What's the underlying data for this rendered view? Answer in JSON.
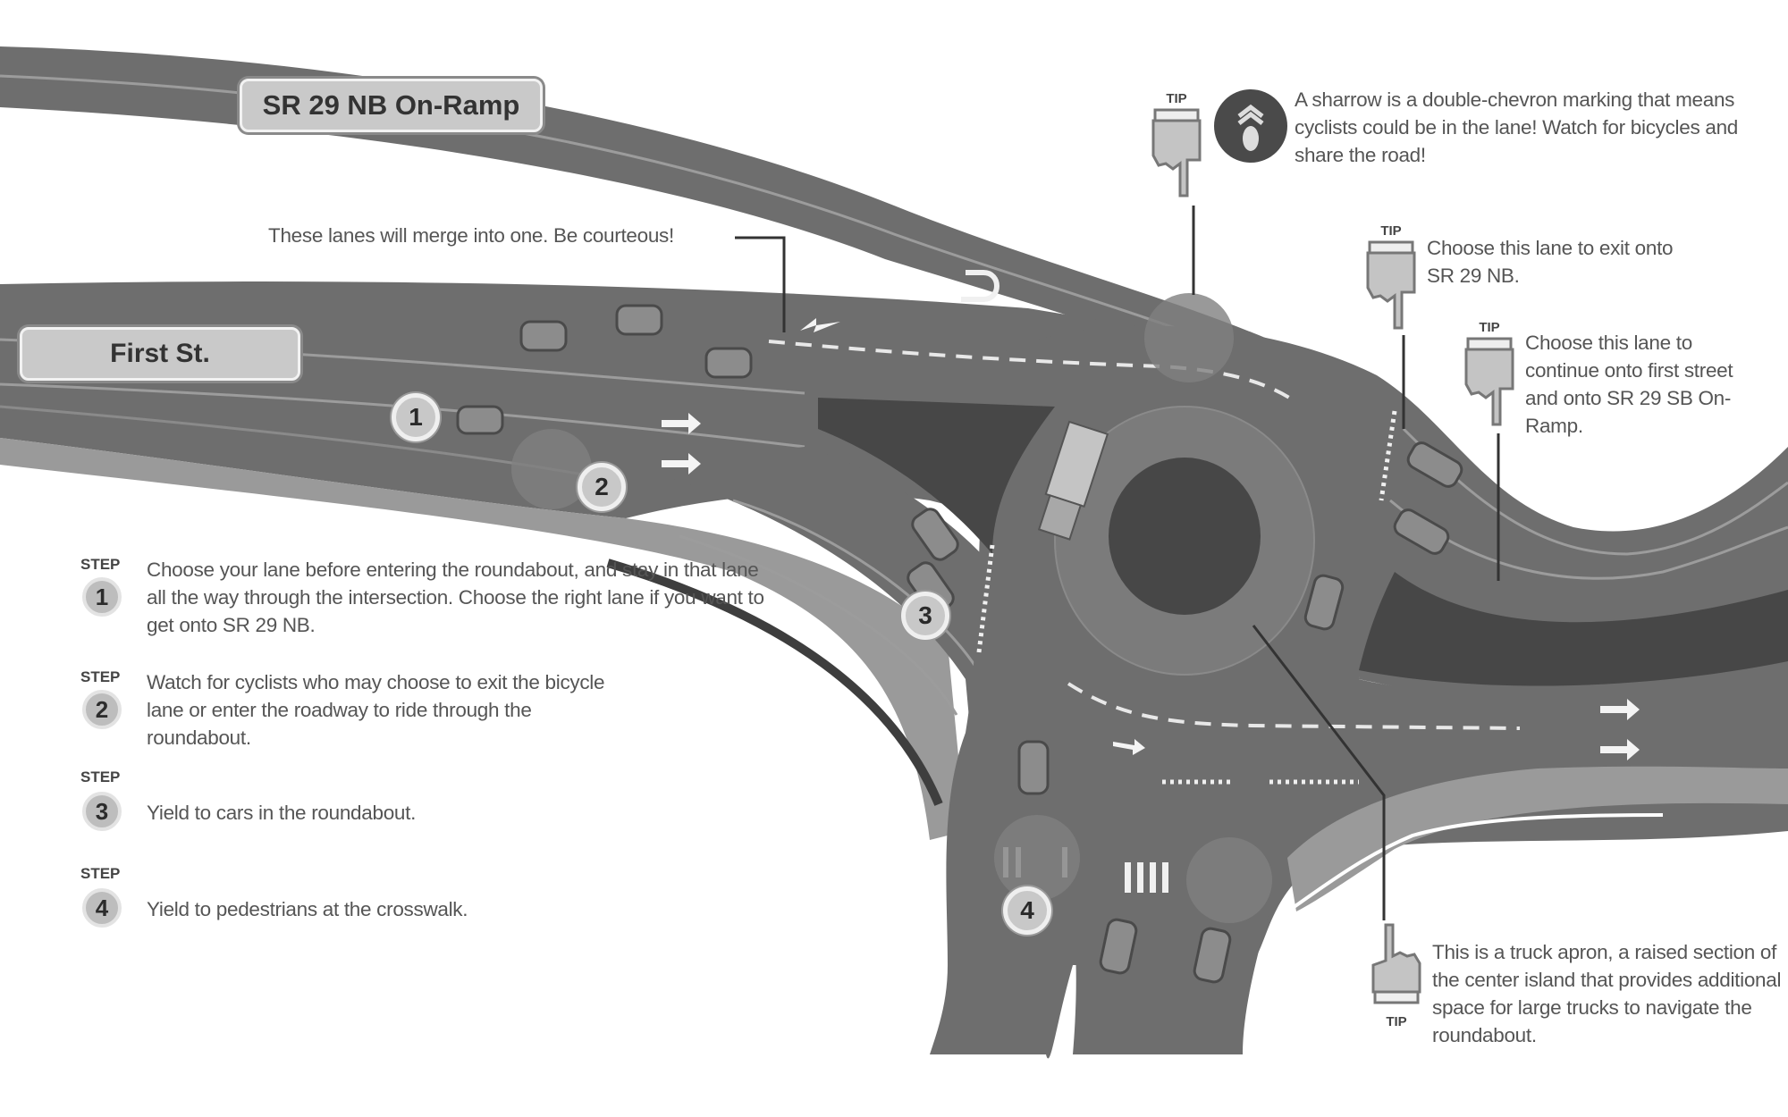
{
  "signs": {
    "onramp": "SR 29 NB On-Ramp",
    "first_st": "First St."
  },
  "annotations": {
    "merge": "These lanes will merge into one. Be courteous!"
  },
  "tips": [
    {
      "label": "TIP",
      "icon": "pointing-hand-down-icon",
      "text": "A sharrow is a double-chevron marking that means cyclists could be in the lane! Watch for bicycles and share the road!"
    },
    {
      "label": "TIP",
      "icon": "pointing-hand-down-icon",
      "text": "Choose this lane to exit onto SR 29 NB."
    },
    {
      "label": "TIP",
      "icon": "pointing-hand-down-icon",
      "text": "Choose this lane to continue onto first street and onto SR 29 SB On-Ramp."
    },
    {
      "label": "TIP",
      "icon": "pointing-hand-up-icon",
      "text": "This is a truck apron, a raised section of the center island that provides additional space for large trucks to navigate the roundabout."
    }
  ],
  "steps": [
    {
      "label": "STEP",
      "number": "1",
      "text": "Choose your lane before entering the roundabout, and stay in that lane all the way through the intersection. Choose the right lane if you want to get onto SR 29 NB."
    },
    {
      "label": "STEP",
      "number": "2",
      "text": "Watch for cyclists who may choose to exit the bicycle lane or enter the roadway to ride through the roundabout."
    },
    {
      "label": "STEP",
      "number": "3",
      "text": "Yield to cars in the roundabout."
    },
    {
      "label": "STEP",
      "number": "4",
      "text": "Yield to pedestrians at the crosswalk."
    }
  ],
  "map_markers": [
    "1",
    "2",
    "3",
    "4"
  ],
  "colors": {
    "road": "#6e6e6e",
    "apron": "#7b7b7b",
    "island": "#474747",
    "median": "#474747",
    "sidewalk": "#9a9a9a",
    "background": "#ffffff"
  }
}
